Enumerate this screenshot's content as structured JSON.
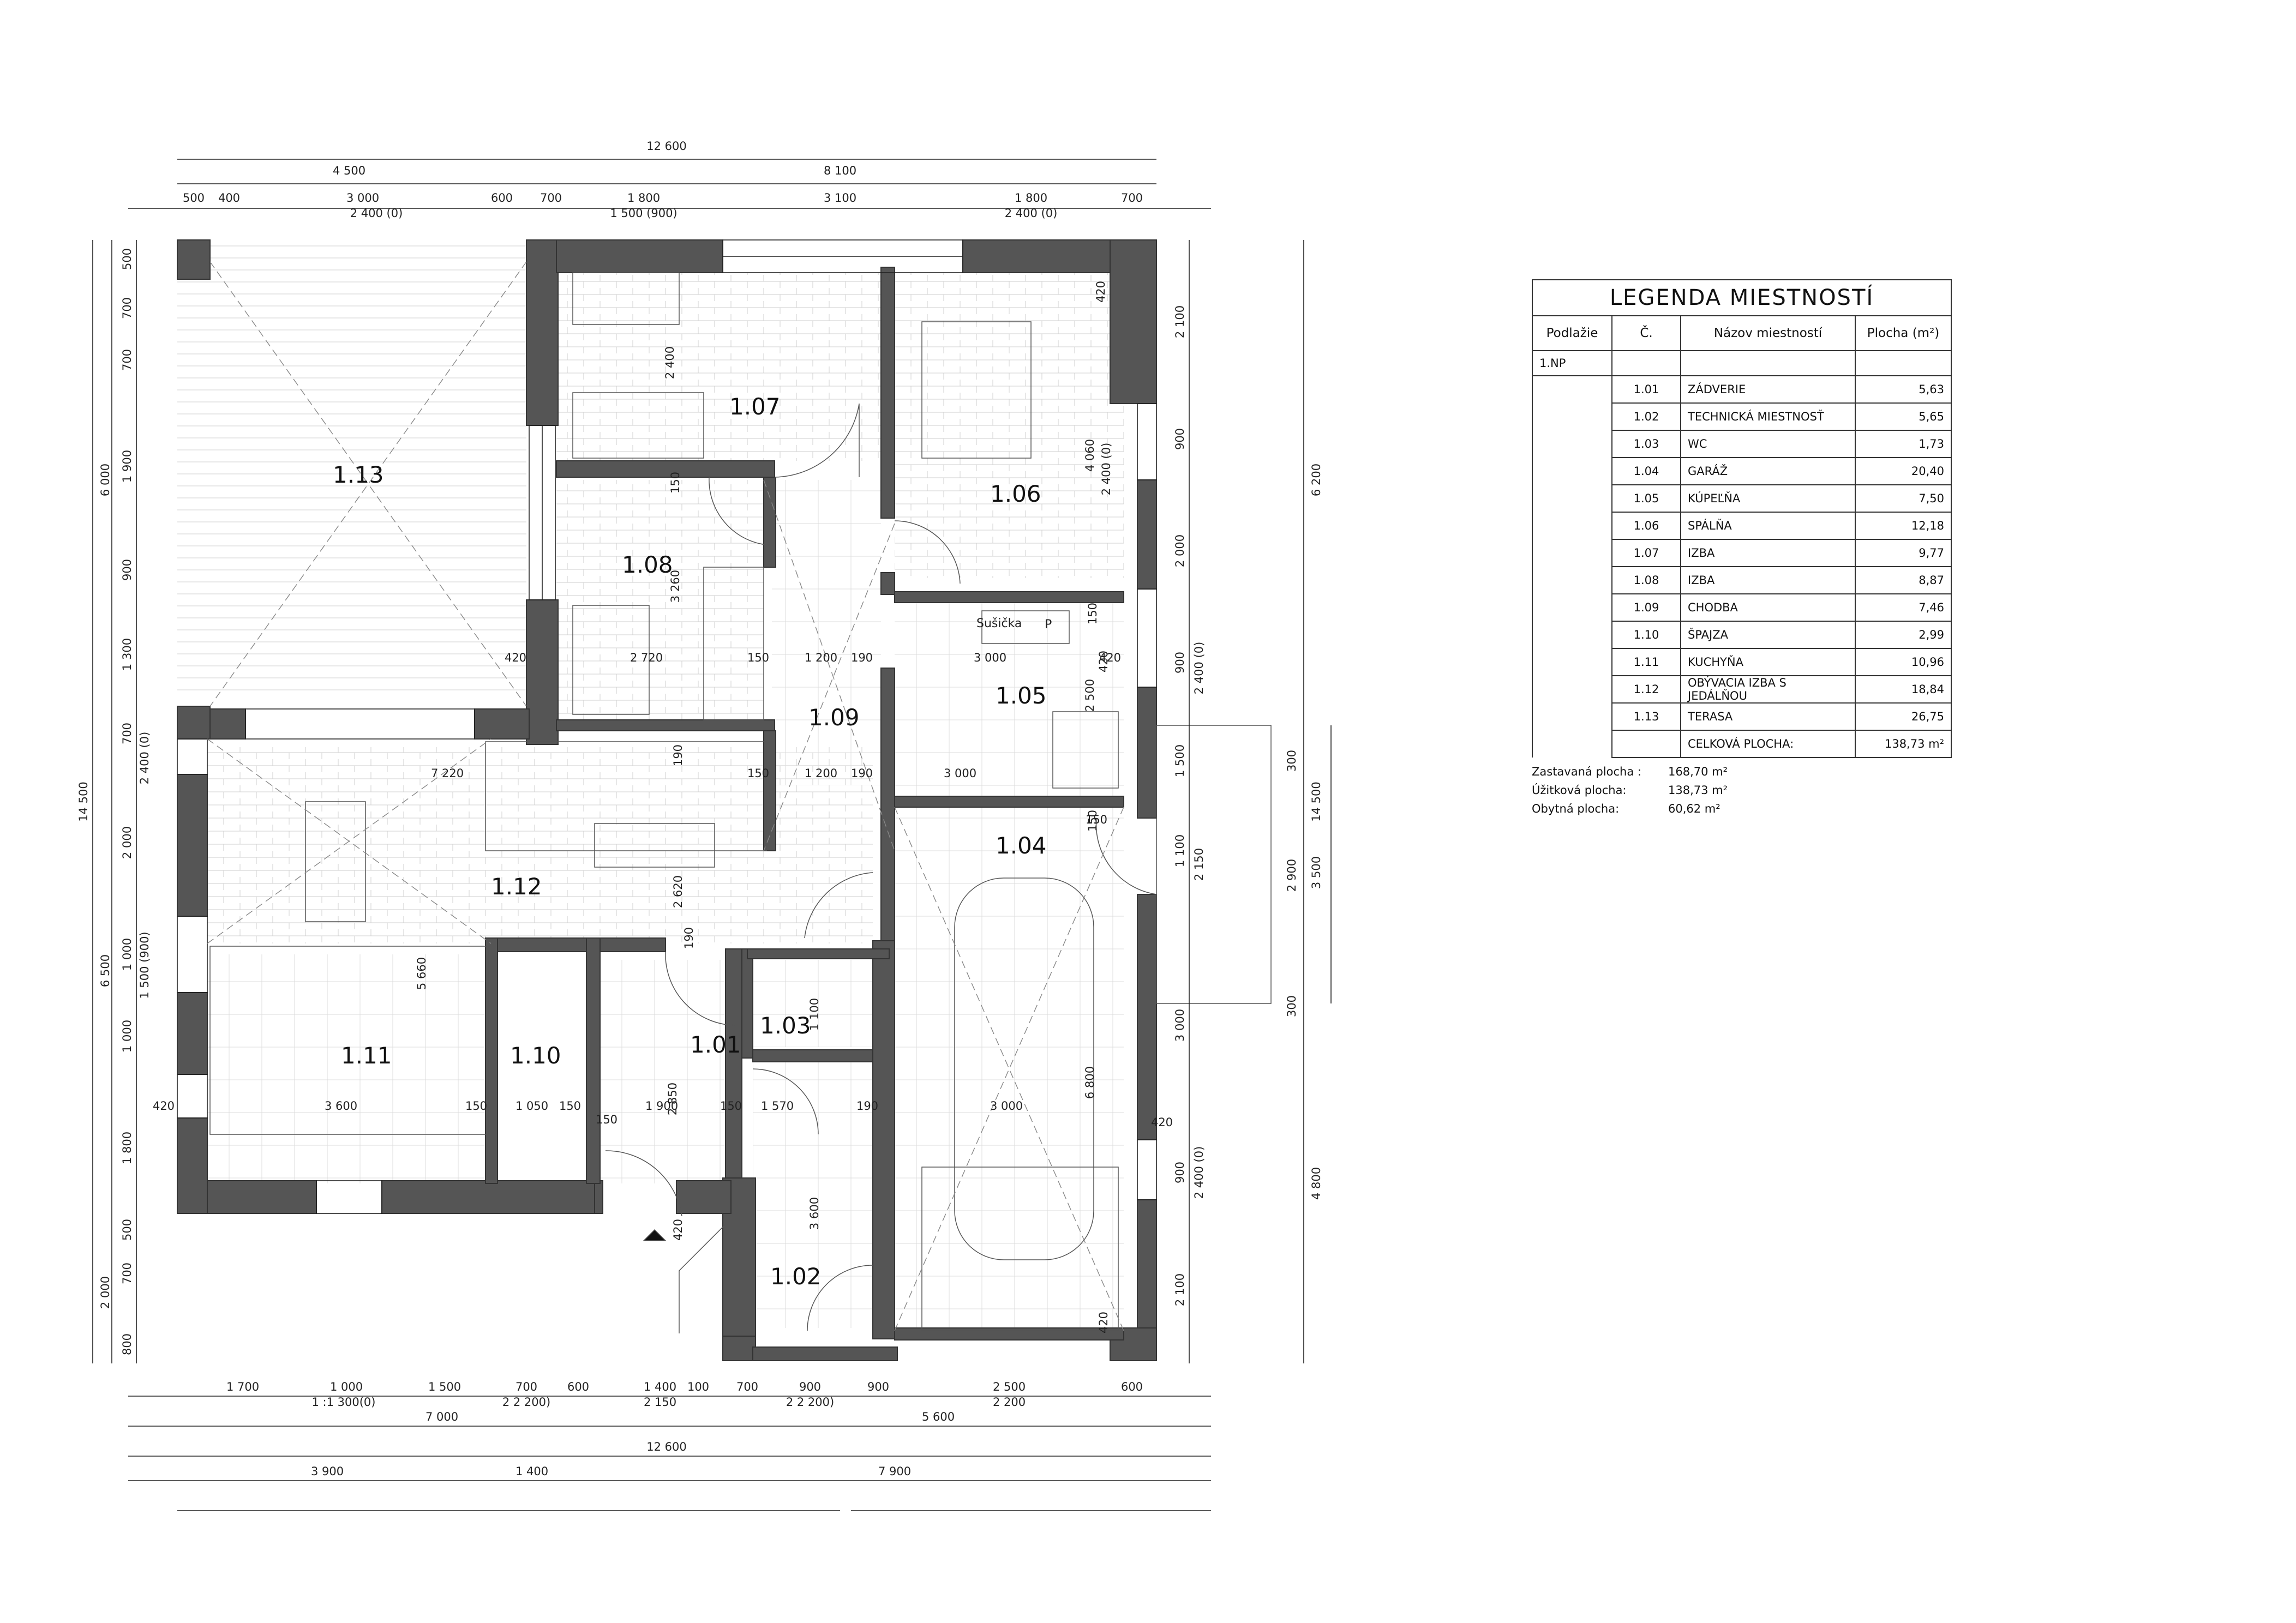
{
  "dimensions": {
    "top_total": "12 600",
    "top_left": "4 500",
    "top_right": "8 100",
    "top_row": [
      "500",
      "400",
      "3 000",
      "600",
      "700",
      "1 800",
      "3 100",
      "1 800",
      "700"
    ],
    "top_window_labels": [
      "2 400 (0)",
      "1 500 (900)",
      "2 400 (0)"
    ],
    "bottom_row": [
      "1 700",
      "1 000",
      "1 500",
      "700",
      "600",
      "1 400",
      "100",
      "700",
      "900",
      "900",
      "2 500",
      "600"
    ],
    "bottom_window_labels": [
      "1 :1 300(0)",
      "2 2 200)",
      "2 150",
      "2 2 200)",
      "2 200"
    ],
    "bottom_mid": [
      "7 000",
      "5 600"
    ],
    "bottom_total": "12 600",
    "bottom_last": [
      "3 900",
      "1 400",
      "7 900"
    ],
    "left_total": "14 500",
    "left_mid": [
      "6 000",
      "6 500",
      "2 000"
    ],
    "left_row": [
      "500",
      "700",
      "700",
      "1 900",
      "900",
      "1 300",
      "700",
      "2 400 (0)",
      "2 000",
      "1 000",
      "1 500 (900)",
      "1 000",
      "1 800",
      "500",
      "700",
      "800"
    ],
    "right_row": [
      "2 100",
      "900",
      "2 000",
      "900",
      "2 400 (0)",
      "1 500",
      "1 100",
      "2 150",
      "3 000",
      "900",
      "2 400 (0)",
      "2 100"
    ],
    "right_far": [
      "6 200",
      "14 500",
      "3 500",
      "4 800"
    ],
    "right_entry": [
      "300",
      "2 900",
      "300"
    ],
    "interior": [
      "2 400",
      "150",
      "3 260",
      "2 720",
      "150",
      "1 200",
      "190",
      "420",
      "420",
      "4 060",
      "2 400 (0)",
      "420",
      "3 000",
      "150",
      "420",
      "2 500",
      "3 000",
      "150",
      "7 220",
      "190",
      "150",
      "1 200",
      "190",
      "2 620",
      "5 660",
      "190",
      "1 100",
      "420",
      "3 600",
      "150",
      "1 050",
      "150",
      "1 900",
      "150",
      "1 570",
      "190",
      "3 000",
      "2 850",
      "150",
      "6 800",
      "420",
      "3 600",
      "420",
      "420",
      "150"
    ]
  },
  "rooms": [
    {
      "num": "1.13"
    },
    {
      "num": "1.07"
    },
    {
      "num": "1.06"
    },
    {
      "num": "1.08"
    },
    {
      "num": "1.09"
    },
    {
      "num": "1.05"
    },
    {
      "num": "1.12"
    },
    {
      "num": "1.04"
    },
    {
      "num": "1.11"
    },
    {
      "num": "1.10"
    },
    {
      "num": "1.01"
    },
    {
      "num": "1.03"
    },
    {
      "num": "1.02"
    }
  ],
  "labels": {
    "dryer": "Sušička",
    "p_mark": "P"
  },
  "legend": {
    "title": "LEGENDA MIESTNOSTÍ",
    "headers": [
      "Podlažie",
      "Č.",
      "Názov miestností",
      "Plocha (m²)"
    ],
    "floor": "1.NP",
    "rows": [
      {
        "num": "1.01",
        "name": "ZÁDVERIE",
        "area": "5,63"
      },
      {
        "num": "1.02",
        "name": "TECHNICKÁ MIESTNOSŤ",
        "area": "5,65"
      },
      {
        "num": "1.03",
        "name": "WC",
        "area": "1,73"
      },
      {
        "num": "1.04",
        "name": "GARÁŽ",
        "area": "20,40"
      },
      {
        "num": "1.05",
        "name": "KÚPEĽŇA",
        "area": "7,50"
      },
      {
        "num": "1.06",
        "name": "SPÁLŇA",
        "area": "12,18"
      },
      {
        "num": "1.07",
        "name": "IZBA",
        "area": "9,77"
      },
      {
        "num": "1.08",
        "name": "IZBA",
        "area": "8,87"
      },
      {
        "num": "1.09",
        "name": "CHODBA",
        "area": "7,46"
      },
      {
        "num": "1.10",
        "name": "ŠPAJZA",
        "area": "2,99"
      },
      {
        "num": "1.11",
        "name": "KUCHYŇA",
        "area": "10,96"
      },
      {
        "num": "1.12",
        "name": "OBÝVACIA IZBA S JEDÁLŇOU",
        "area": "18,84"
      },
      {
        "num": "1.13",
        "name": "TERASA",
        "area": "26,75"
      }
    ],
    "total_label": "CELKOVÁ PLOCHA:",
    "total_area": "138,73 m²"
  },
  "areas": [
    {
      "label": "Zastavaná plocha :",
      "value": "168,70 m²"
    },
    {
      "label": "Úžitková plocha:",
      "value": "138,73 m²"
    },
    {
      "label": "Obytná plocha:",
      "value": "60,62 m²"
    }
  ]
}
